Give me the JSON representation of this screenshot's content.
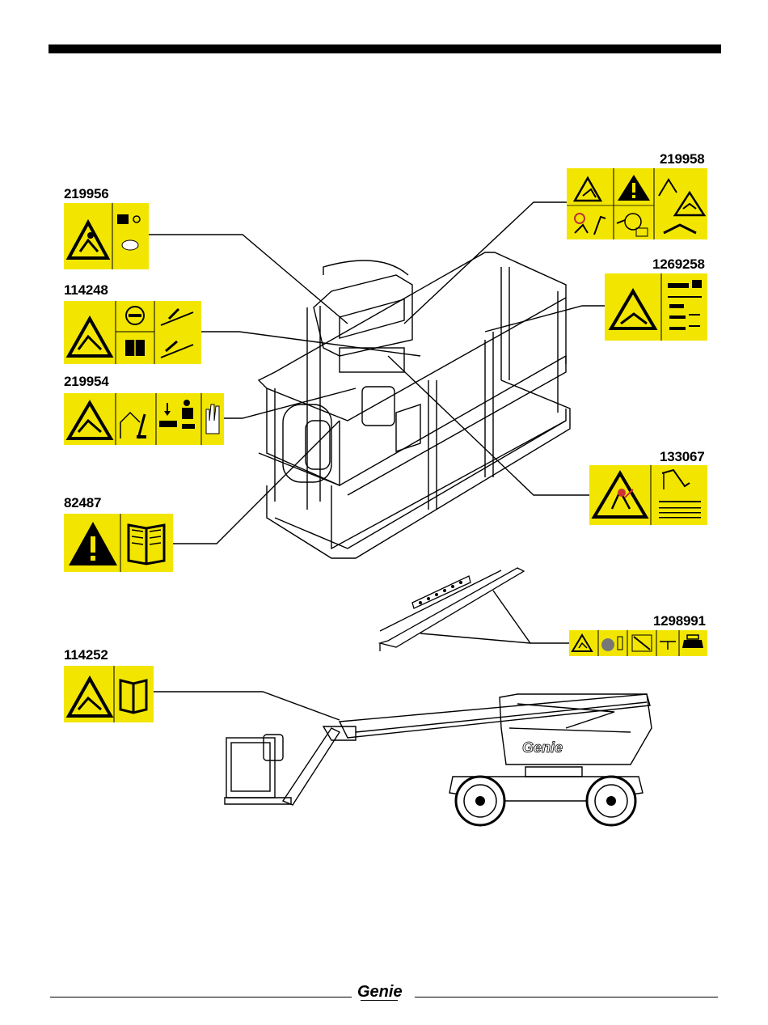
{
  "brand": "Genie",
  "colors": {
    "decal_yellow": "#f2e600",
    "ink": "#000000"
  },
  "decals": [
    {
      "part_number": "219958",
      "icons": [
        "warning-triangle-icon",
        "exclamation-triangle-icon",
        "crush-hazard-icon",
        "operator-icon",
        "manual-icon"
      ]
    },
    {
      "part_number": "219956",
      "icons": [
        "crush-hazard-triangle-icon",
        "battery-icon",
        "small-label-icon"
      ]
    },
    {
      "part_number": "1269258",
      "icons": [
        "crush-hazard-triangle-icon",
        "machine-position-icon"
      ]
    },
    {
      "part_number": "114248",
      "icons": [
        "crush-hazard-triangle-icon",
        "stop-sign-icon",
        "manual-icon",
        "tip-hazard-icon"
      ]
    },
    {
      "part_number": "219954",
      "icons": [
        "crush-hazard-triangle-icon",
        "boom-icon",
        "lift-icon",
        "person-icon",
        "glove-icon"
      ]
    },
    {
      "part_number": "133067",
      "icons": [
        "electrocution-triangle-icon",
        "boom-reach-icon"
      ]
    },
    {
      "part_number": "82487",
      "icons": [
        "exclamation-triangle-icon",
        "manual-icon"
      ]
    },
    {
      "part_number": "1298991",
      "icons": [
        "warning-triangle-icon",
        "wheel-icon",
        "diagonal-icon",
        "boom-icon",
        "platform-icon"
      ]
    },
    {
      "part_number": "114252",
      "icons": [
        "crush-hazard-triangle-icon",
        "manual-icon"
      ]
    }
  ]
}
